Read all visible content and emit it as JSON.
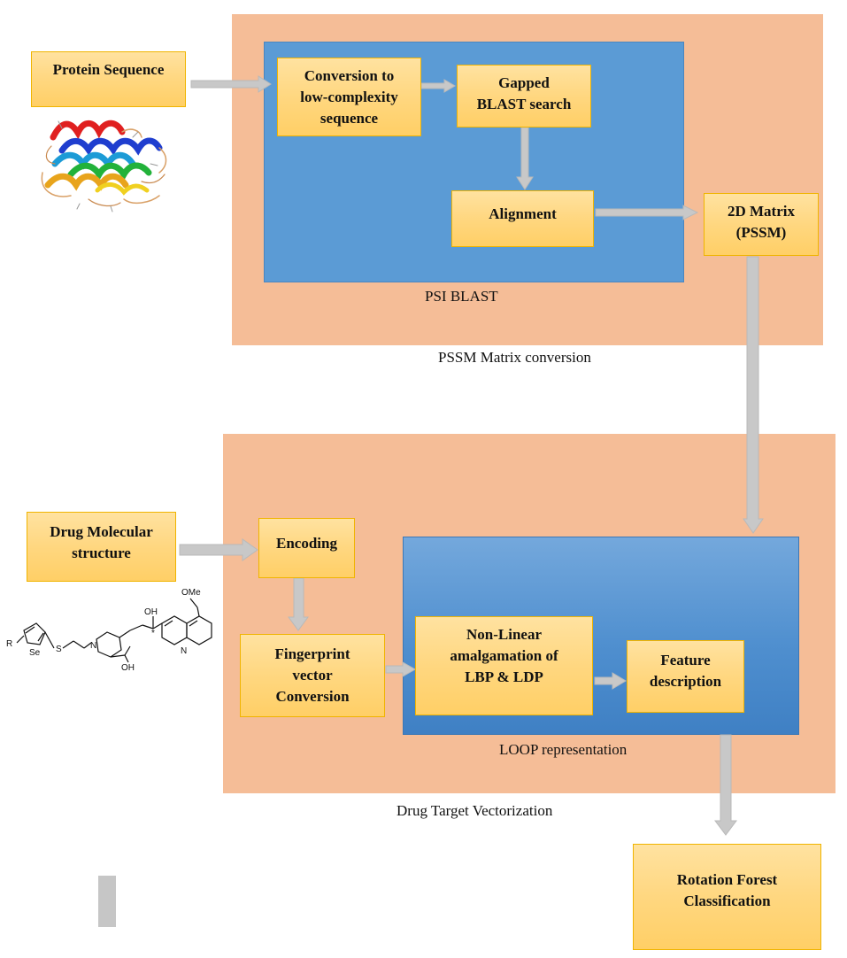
{
  "regions": {
    "pssm_region_caption": "PSSM Matrix conversion",
    "psi_blast_caption": "PSI BLAST",
    "dtv_region_caption": "Drug Target Vectorization",
    "loop_caption": "LOOP representation"
  },
  "boxes": {
    "protein_sequence": "Protein Sequence",
    "conversion_low_complexity": "Conversion to\nlow-complexity\nsequence",
    "gapped_blast": "Gapped\nBLAST search",
    "alignment": "Alignment",
    "matrix_2d": "2D Matrix\n(PSSM)",
    "drug_molecular": "Drug Molecular\nstructure",
    "encoding": "Encoding",
    "fingerprint": "Fingerprint\nvector\nConversion",
    "nonlinear": "Non-Linear\namalgamation of\nLBP & LDP",
    "feature_description": "Feature\ndescription",
    "rotation_forest": "Rotation Forest\nClassification"
  },
  "molecule_labels": {
    "ome": "OMe",
    "oh_top": "OH",
    "r": "R",
    "se": "Se",
    "s": "S",
    "n_ring": "N",
    "n_quinoline": "N",
    "oh_bottom": "OH",
    "star": "*"
  },
  "colors": {
    "region_fill": "#f5bd97",
    "blue_fill": "#5b9bd5",
    "box_fill": "#ffd780",
    "box_border": "#f0b400",
    "arrow": "#c8c8c8"
  }
}
